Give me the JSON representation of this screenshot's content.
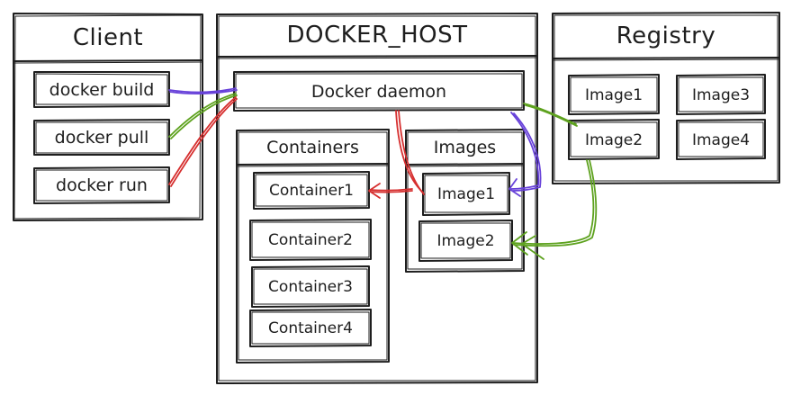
{
  "client": {
    "title": "Client",
    "commands": [
      "docker build",
      "docker pull",
      "docker run"
    ]
  },
  "host": {
    "title": "DOCKER_HOST",
    "daemon": "Docker daemon",
    "containers_title": "Containers",
    "containers": [
      "Container1",
      "Container2",
      "Container3",
      "Container4"
    ],
    "images_title": "Images",
    "images": [
      "Image1",
      "Image2"
    ]
  },
  "registry": {
    "title": "Registry",
    "images": [
      "Image1",
      "Image3",
      "Image2",
      "Image4"
    ]
  },
  "colors": {
    "stroke": "#1e1e1e",
    "build": "#6741d9",
    "pull": "#5ea21f",
    "run": "#d62f2f"
  }
}
